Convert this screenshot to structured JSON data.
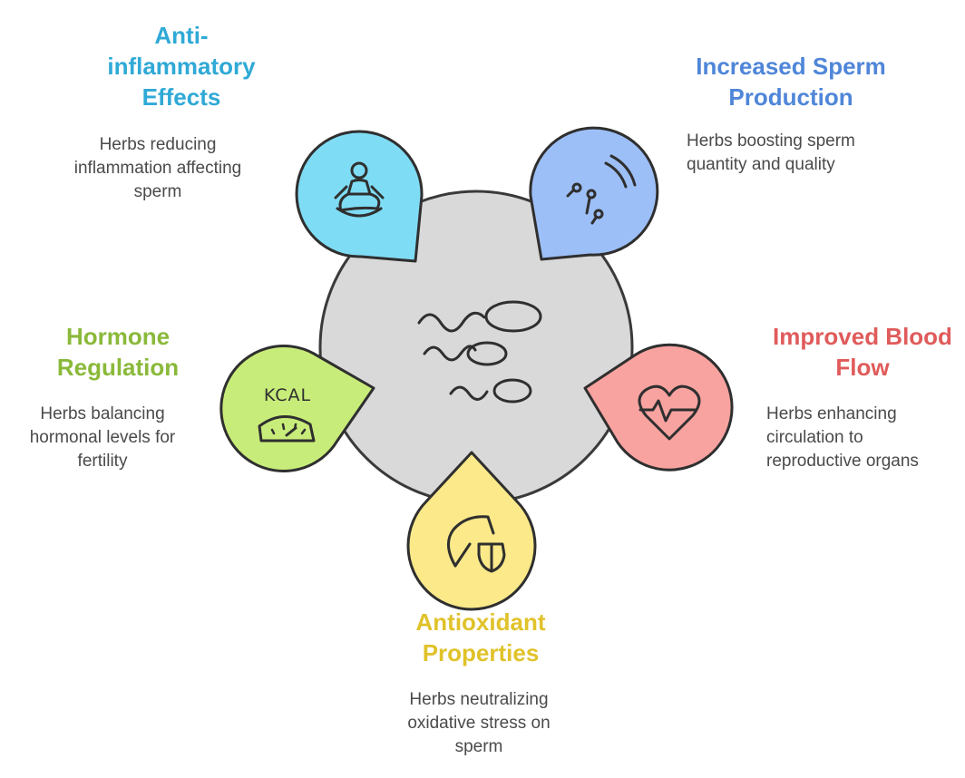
{
  "diagram": {
    "anti_inflammatory": {
      "title_lines": [
        "Anti-",
        "inflammatory",
        "Effects"
      ],
      "desc_lines": [
        "Herbs reducing",
        "inflammation affecting",
        "sperm"
      ],
      "color": "#2fa9d6",
      "fill": "#7fdcf5",
      "icon": "meditation-person-icon"
    },
    "sperm_production": {
      "title_lines": [
        "Increased Sperm",
        "Production"
      ],
      "desc_lines": [
        "Herbs boosting sperm",
        "quantity and quality"
      ],
      "color": "#4f86d9",
      "fill": "#9dbff7",
      "icon": "sperm-egg-icon"
    },
    "hormone_regulation": {
      "title_lines": [
        "Hormone",
        "Regulation"
      ],
      "desc_lines": [
        "Herbs balancing",
        "hormonal levels for",
        "fertility"
      ],
      "color": "#8ab93a",
      "fill": "#c8ec7a",
      "icon": "kcal-scale-icon",
      "icon_text": "KCAL"
    },
    "blood_flow": {
      "title_lines": [
        "Improved Blood",
        "Flow"
      ],
      "desc_lines": [
        "Herbs enhancing",
        "circulation to",
        "reproductive organs"
      ],
      "color": "#e05b5b",
      "fill": "#f9a3a0",
      "icon": "heartbeat-icon"
    },
    "antioxidant": {
      "title_lines": [
        "Antioxidant",
        "Properties"
      ],
      "desc_lines": [
        "Herbs neutralizing",
        "oxidative stress on",
        "sperm"
      ],
      "color": "#e0c22a",
      "fill": "#fbe98a",
      "icon": "shield-leaf-icon"
    },
    "hub": {
      "fill": "#d9d9d9",
      "icon": "sperm-cells-icon"
    }
  }
}
